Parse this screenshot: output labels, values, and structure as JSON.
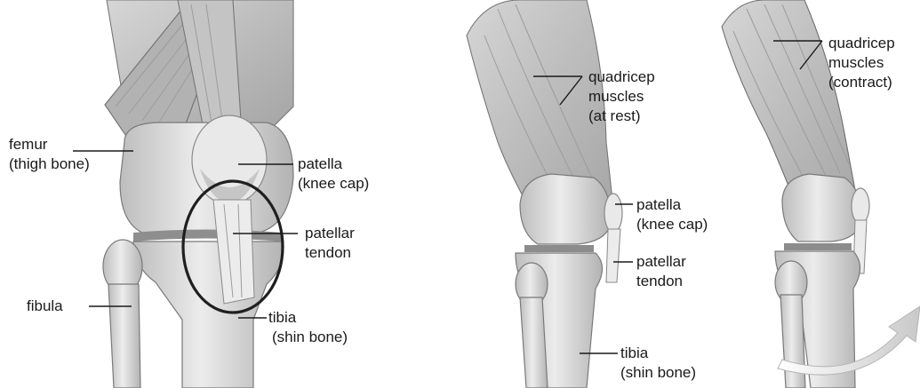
{
  "panels": [
    {
      "id": "front-view",
      "labels": {
        "femur": [
          "femur",
          "(thigh bone)"
        ],
        "patella": [
          "patella",
          "(knee cap)"
        ],
        "patellar_tendon": [
          "patellar",
          "tendon"
        ],
        "fibula": [
          "fibula"
        ],
        "tibia": [
          "tibia",
          "(shin bone)"
        ]
      }
    },
    {
      "id": "side-view-rest",
      "labels": {
        "quadricep": [
          "quadricep",
          "muscles",
          "(at rest)"
        ],
        "patella": [
          "patella",
          "(knee cap)"
        ],
        "patellar_tendon": [
          "patellar",
          "tendon"
        ],
        "tibia": [
          "tibia",
          "(shin bone)"
        ]
      }
    },
    {
      "id": "side-view-contract",
      "labels": {
        "quadricep": [
          "quadricep",
          "muscles",
          "(contract)"
        ]
      }
    }
  ]
}
